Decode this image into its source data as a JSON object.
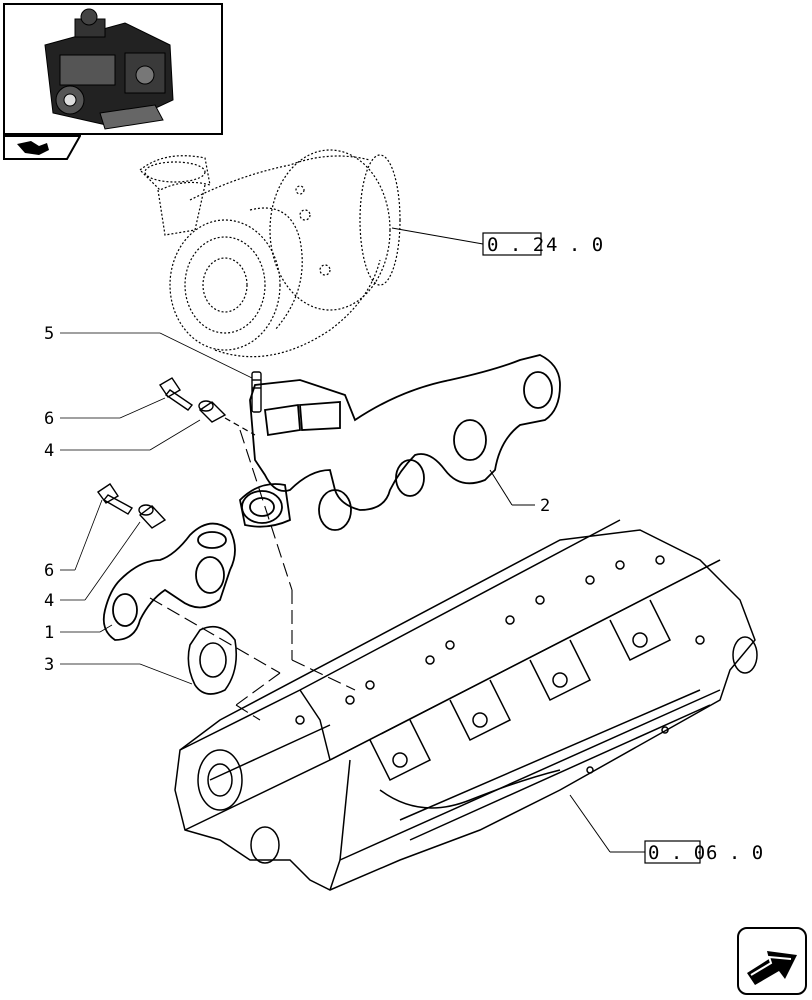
{
  "thumbnail": {
    "icon": "engine-icon"
  },
  "nav_tab": {
    "icon": "book-arrow-icon"
  },
  "next_page": {
    "icon": "arrow-next-icon"
  },
  "callouts": [
    {
      "id": "c1",
      "text": "1"
    },
    {
      "id": "c2",
      "text": "2"
    },
    {
      "id": "c3",
      "text": "3"
    },
    {
      "id": "c4a",
      "text": "4"
    },
    {
      "id": "c4b",
      "text": "4"
    },
    {
      "id": "c5",
      "text": "5"
    },
    {
      "id": "c6a",
      "text": "6"
    },
    {
      "id": "c6b",
      "text": "6"
    }
  ],
  "refs": [
    {
      "boxed": "0 . 2",
      "rest": "4 . 0"
    },
    {
      "boxed": "0 . 0",
      "rest": "6 . 0"
    }
  ]
}
